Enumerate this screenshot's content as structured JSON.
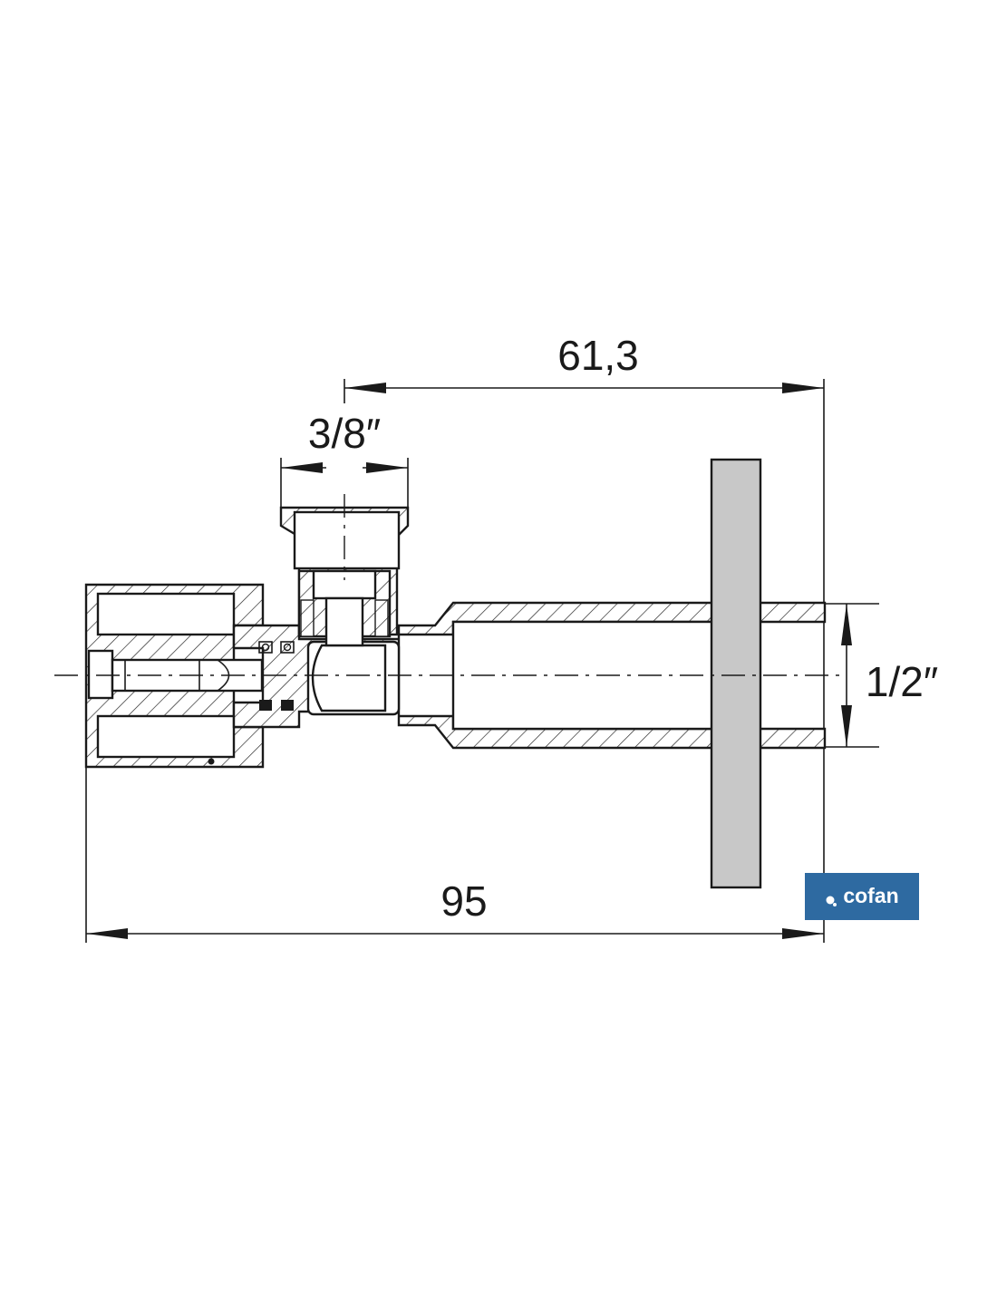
{
  "dimensions": {
    "top_length": "61,3",
    "outlet_thread": "3/8″",
    "inlet_thread": "1/2″",
    "overall_length": "95"
  },
  "brand": {
    "logo_text": "cofan",
    "logo_color": "#2e6aa1"
  },
  "colors": {
    "line": "#1a1a1a",
    "flange_fill": "#c8c8c8",
    "logo_background": "#2e6aa1"
  },
  "icons": [
    "dimension-arrow-icon",
    "cofan-logo-icon"
  ]
}
